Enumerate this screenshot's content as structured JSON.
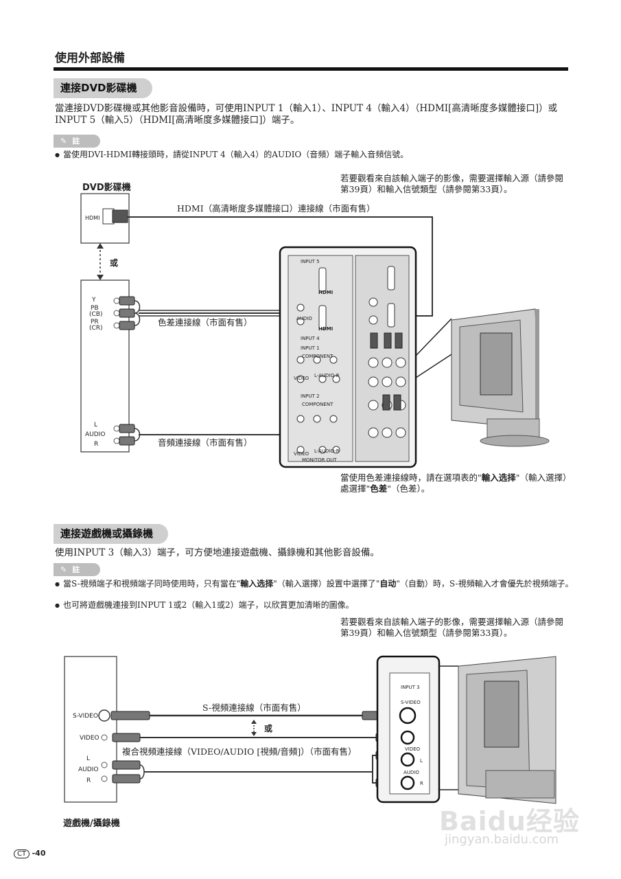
{
  "page": {
    "header": "使用外部設備",
    "page_number": "-40",
    "ct_badge": "CT"
  },
  "section1": {
    "title": "連接DVD影碟機",
    "intro": "當連接DVD影碟機或其他影音設備時，可使用INPUT 1（輸入1）、INPUT 4（輸入4）（HDMI[高清晰度多媒體接口]）或INPUT 5（輸入5）（HDMI[高清晰度多媒體接口]）端子。",
    "note_label": "註",
    "note_1": "當使用DVI-HDMI轉接頭時，請從INPUT 4（輸入4）的AUDIO（音頻）端子輸入音頻信號。",
    "side_note": "若要觀看來自該輸入端子的影像，需要選擇輸入源（請參閱第39頁）和輸入信號類型（請參閱第33頁）。",
    "device_label": "DVD影碟機",
    "or_label": "或",
    "hdmi_port": "HDMI",
    "hdmi_cable": "HDMI（高清晰度多媒體接口）連接線（市面有售）",
    "component_cable": "色差連接線（市面有售）",
    "audio_cable": "音頻連接線（市面有售）",
    "comp_labels": [
      "Y",
      "PB",
      "(CB)",
      "PR",
      "(CR)"
    ],
    "audio_labels": [
      "L",
      "AUDIO",
      "R"
    ],
    "panel_labels": {
      "input5": "INPUT 5",
      "input4": "INPUT 4",
      "input1": "INPUT 1",
      "input2": "INPUT 2",
      "component": "COMPONENT",
      "video": "VIDEO",
      "laudior": "L-AUDIO-R",
      "monitor_out": "MONITOR OUT",
      "hdmi_logo": "HDMI",
      "audio": "AUDIO"
    },
    "caption_pre": "當使用色差連接線時，請在選項表的",
    "caption_b1": "輸入选择",
    "caption_mid": "（輸入選擇）處選擇",
    "caption_b2": "色差",
    "caption_post": "（色差）。"
  },
  "section2": {
    "title": "連接遊戲機或攝錄機",
    "intro": "使用INPUT 3（輸入3）端子，可方便地連接遊戲機、攝錄機和其他影音設備。",
    "note_label": "註",
    "note_1_pre": "當S-視頻端子和視頻端子同時使用時，只有當在",
    "note_1_b1": "輸入选择",
    "note_1_mid": "（輸入選擇）設置中選擇了",
    "note_1_b2": "自动",
    "note_1_post": "（自動）時，S-視頻輸入才會優先於視頻端子。",
    "note_2": "也可將遊戲機連接到INPUT 1或2（輸入1或2）端子，以欣賞更加清晰的圖像。",
    "side_note": "若要觀看來自該輸入端子的影像，需要選擇輸入源（請參閱第39頁）和輸入信號類型（請參閱第33頁）。",
    "device_label": "遊戲機/攝錄機",
    "svideo_port": "S-VIDEO",
    "video_port": "VIDEO",
    "audio_labels": [
      "L",
      "AUDIO",
      "R"
    ],
    "svideo_cable": "S-視頻連接線（市面有售）",
    "or_label": "或",
    "composite_cable": "複合視頻連接線（VIDEO/AUDIO [視頻/音頻]）（市面有售）",
    "panel_labels": {
      "input3": "INPUT 3",
      "svideo": "S-VIDEO",
      "video": "VIDEO",
      "audio": "AUDIO",
      "l": "L",
      "r": "R"
    }
  },
  "watermark": {
    "brand": "Baidu经验",
    "url": "jingyan.baidu.com"
  }
}
